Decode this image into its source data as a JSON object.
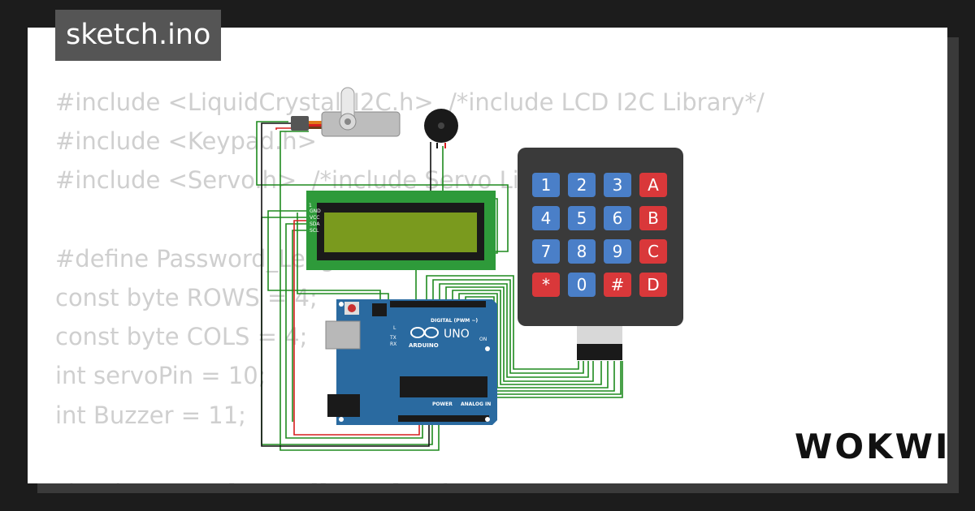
{
  "header": {
    "filename": "sketch.ino"
  },
  "brand": {
    "logo": "WOKWI"
  },
  "code_lines": [
    "#include <LiquidCrystal_I2C.h>  /*include LCD I2C Library*/",
    "#include <Keypad.h>",
    "#include <Servo.h>  /*include Servo Library*/",
    "",
    "#define Password_Length 5",
    "const byte ROWS = 4;",
    "const byte COLS = 4;",
    "int servoPin = 10;",
    "int Buzzer = 11;",
    "",
    "char hexaKeys[ROWS][COLS] = {"
  ],
  "keypad": {
    "rows": [
      [
        "1",
        "2",
        "3",
        "A"
      ],
      [
        "4",
        "5",
        "6",
        "B"
      ],
      [
        "7",
        "8",
        "9",
        "C"
      ],
      [
        "*",
        "0",
        "#",
        "D"
      ]
    ],
    "colors": {
      "digit": "#4a7fc8",
      "letter": "#d9383a",
      "body": "#3a3a3a"
    }
  },
  "arduino": {
    "model": "UNO",
    "brand": "ARDUINO",
    "digital_label": "DIGITAL (PWM ~)",
    "power_label": "POWER",
    "analog_label": "ANALOG IN",
    "tx_label": "TX",
    "rx_label": "RX",
    "on_label": "ON",
    "l_label": "L",
    "color": "#2a6aa0"
  },
  "lcd": {
    "pins": [
      "GND",
      "VCC",
      "SDA",
      "SCL"
    ],
    "board_color": "#2e9a3a",
    "screen_color": "#7a9a1e"
  },
  "wire_colors": {
    "green": "#1e8a1e",
    "black": "#111111",
    "red": "#d61e1e"
  }
}
